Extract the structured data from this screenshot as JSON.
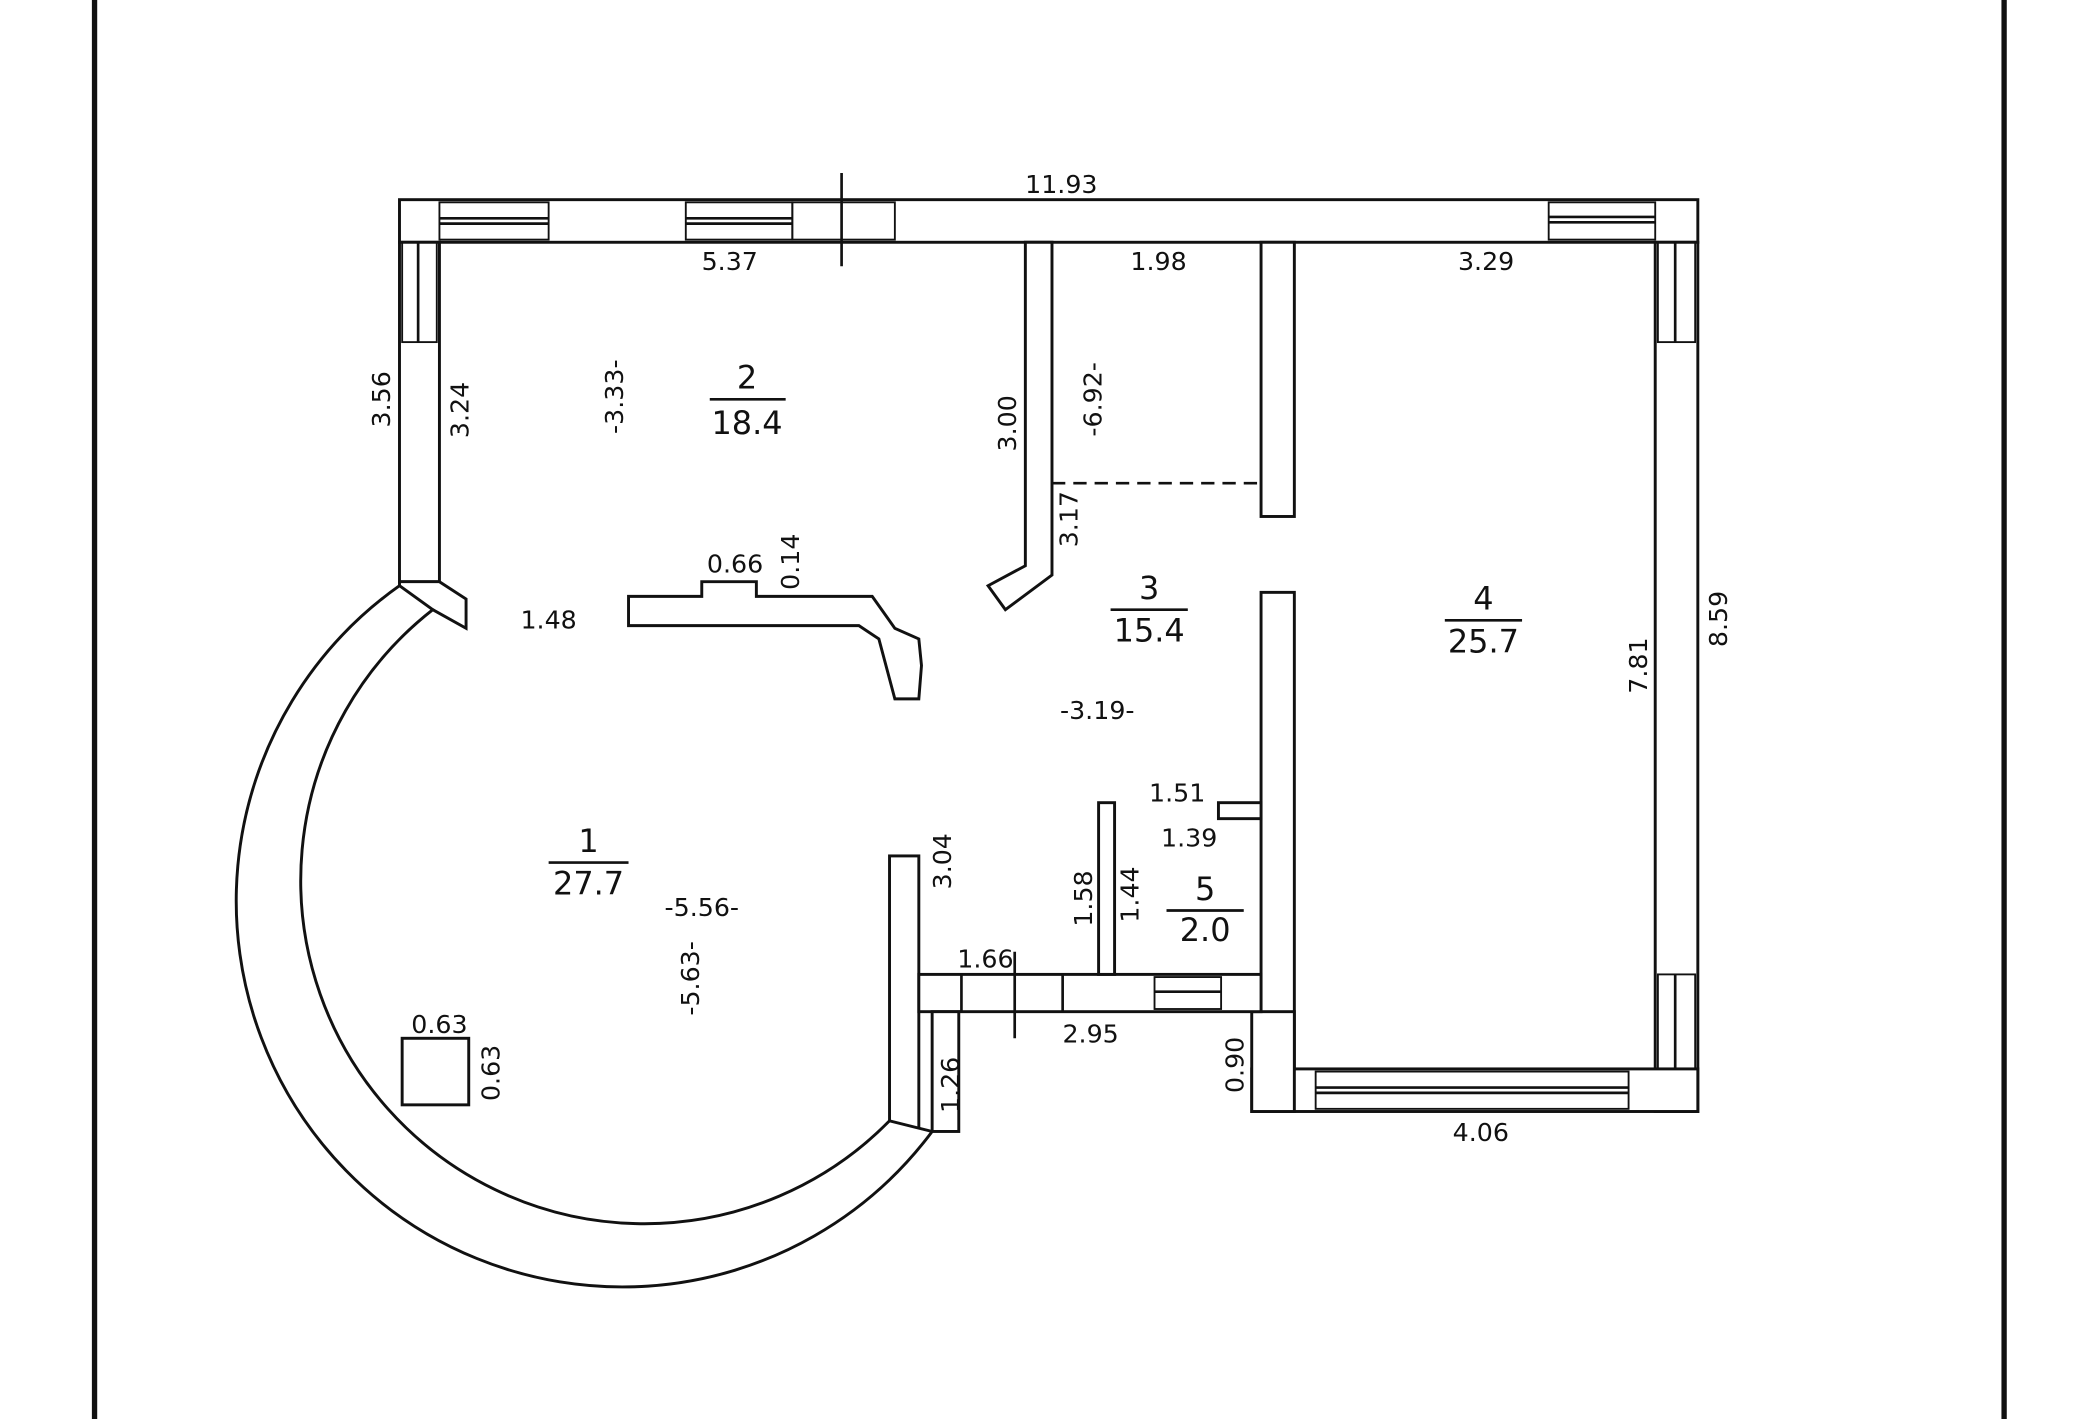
{
  "plan": {
    "rooms": [
      {
        "number": "1",
        "area": "27.7"
      },
      {
        "number": "2",
        "area": "18.4"
      },
      {
        "number": "3",
        "area": "15.4"
      },
      {
        "number": "4",
        "area": "25.7"
      },
      {
        "number": "5",
        "area": "2.0"
      }
    ],
    "dimensions": {
      "overall_width": "11.93",
      "overall_depth": "8.59",
      "room2_width": "5.37",
      "hall_width": "1.98",
      "room4_width": "3.29",
      "left_outer": "3.56",
      "left_inner": "3.24",
      "room2_depth": "-3.33-",
      "partition_length": "3.00",
      "hall_depth": "-6.92-",
      "hall_lower": "3.17",
      "column_width": "0.66",
      "column_depth": "0.14",
      "opening": "1.48",
      "hall_lower_width": "-3.19-",
      "room4_depth": "7.81",
      "bath_door": "1.51",
      "bath_width": "1.39",
      "bath_depth_outer": "1.58",
      "bath_depth_inner": "1.44",
      "wall_304": "3.04",
      "room1_width": "-5.56-",
      "room1_depth": "-5.63-",
      "vestibule": "1.66",
      "entry_width": "2.95",
      "entry_side": "0.90",
      "bay_side": "1.26",
      "pillar_w": "0.63",
      "pillar_h": "0.63",
      "room4_bottom": "4.06"
    }
  }
}
